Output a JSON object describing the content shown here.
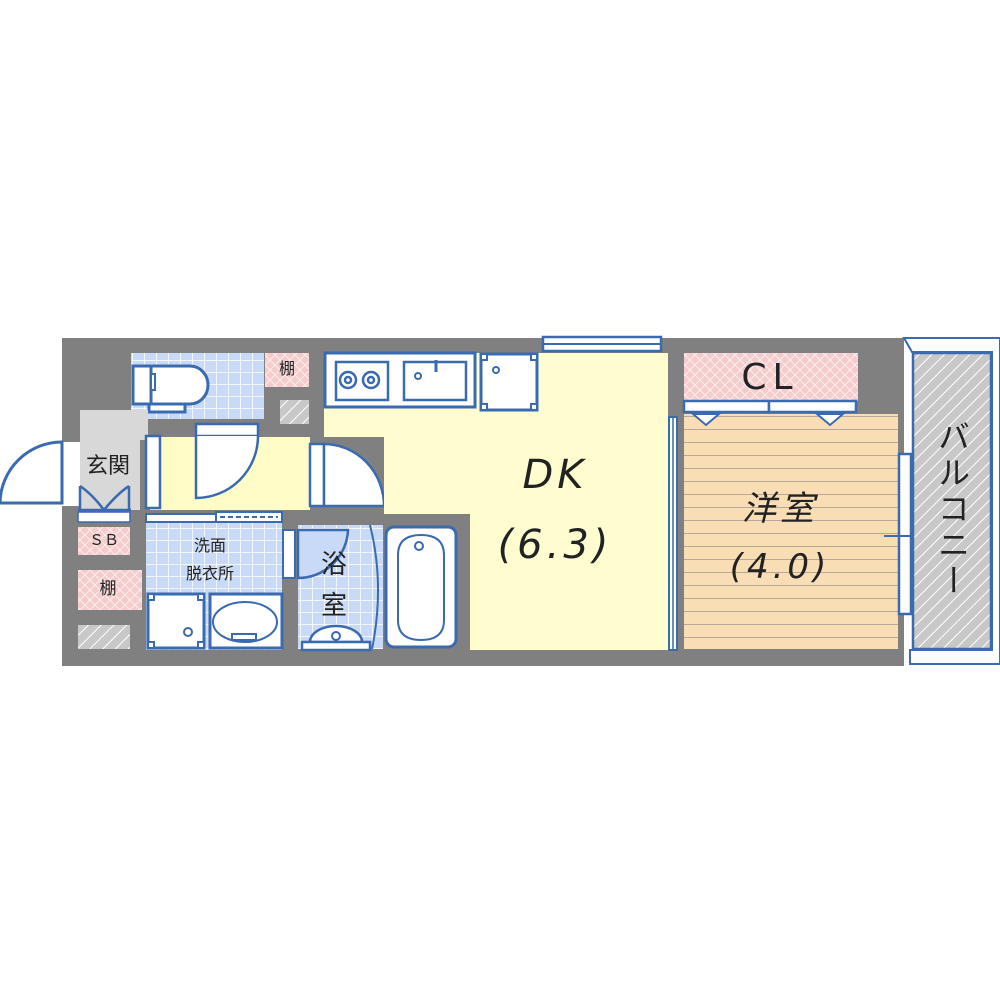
{
  "floor_plan": {
    "rooms": {
      "entrance": {
        "label": "玄関"
      },
      "shoe_box": {
        "label": "ＳＢ"
      },
      "shelf_toilet": {
        "label": "棚"
      },
      "shelf_entrance": {
        "label": "棚"
      },
      "washroom": {
        "label_line1": "洗面",
        "label_line2": "脱衣所"
      },
      "bathroom": {
        "label_line1": "浴",
        "label_line2": "室"
      },
      "dining_kitchen": {
        "label": "DK",
        "size": "(6.3)"
      },
      "western_room": {
        "label": "洋室",
        "size": "(4.0)"
      },
      "closet": {
        "label": "CL"
      },
      "balcony": {
        "label": "バルコニー"
      }
    },
    "colors": {
      "wall": "#808080",
      "dk_floor": "#FFFDD0",
      "hall_floor": "#FFFCC8",
      "tile_blue": "#C9D9F8",
      "tile_line": "#FFFFFF",
      "fixture_stroke": "#3A6AB0",
      "shelf_pink": "#F6CBCB",
      "wood_floor": "#F8DDB5",
      "wood_line": "#B8A89A",
      "entrance_gray": "#D8D8D8",
      "hatch_gray": "#C8C8C8"
    }
  }
}
